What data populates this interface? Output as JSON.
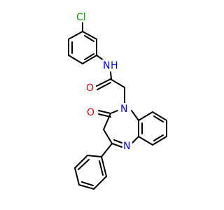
{
  "molecule": {
    "atoms": {
      "cl": {
        "symbol": "Cl",
        "color": "#00a000"
      },
      "n_amide": {
        "symbol": "N",
        "color": "#0000ff"
      },
      "h_amide": {
        "symbol": "H",
        "color": "#0000ff"
      },
      "o_amide": {
        "symbol": "O",
        "color": "#ff0000"
      },
      "n1_ring": {
        "symbol": "N",
        "color": "#0000ff"
      },
      "o_lactam": {
        "symbol": "O",
        "color": "#ff0000"
      },
      "n5_ring": {
        "symbol": "N",
        "color": "#0000ff"
      }
    },
    "bond_color": "#000000"
  }
}
